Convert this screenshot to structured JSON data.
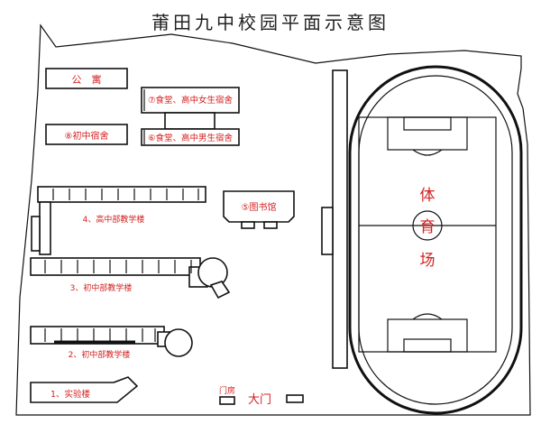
{
  "title": "莆田九中校园平面示意图",
  "labels": {
    "apartment": "公　寓",
    "junior_dorm": "⑧初中宿舍",
    "canteen_girls": "⑦食堂、高中女生宿舍",
    "canteen_boys": "⑥食堂、高中男生宿舍",
    "library": "⑤图书馆",
    "senior_teaching": "4、高中部教学楼",
    "junior_teaching_3": "3、初中部教学楼",
    "junior_teaching_2": "2、初中部教学楼",
    "lab": "1、实验楼",
    "gatehouse": "门房",
    "main_gate": "大门",
    "stadium_1": "体",
    "stadium_2": "育",
    "stadium_3": "场"
  },
  "colors": {
    "label": "#d42020",
    "line": "#111111"
  }
}
